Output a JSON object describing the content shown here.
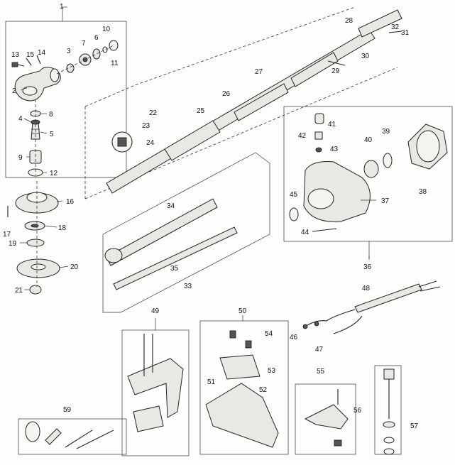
{
  "callouts": {
    "n1": "1",
    "n2": "2",
    "n3": "3",
    "n4": "4",
    "n5": "5",
    "n6": "6",
    "n7": "7",
    "n8": "8",
    "n9": "9",
    "n10": "10",
    "n11": "11",
    "n12": "12",
    "n13": "13",
    "n14": "14",
    "n15": "15",
    "n16": "16",
    "n17": "17",
    "n18": "18",
    "n19": "19",
    "n20": "20",
    "n21": "21",
    "n22": "22",
    "n23": "23",
    "n24": "24",
    "n25": "25",
    "n26": "26",
    "n27": "27",
    "n28": "28",
    "n29": "29",
    "n30": "30",
    "n31": "31",
    "n32": "32",
    "n33": "33",
    "n34": "34",
    "n35": "35",
    "n36": "36",
    "n37": "37",
    "n38": "38",
    "n39": "39",
    "n40": "40",
    "n41": "41",
    "n42": "42",
    "n43": "43",
    "n44": "44",
    "n45": "45",
    "n46": "46",
    "n47": "47",
    "n48": "48",
    "n49": "49",
    "n50": "50",
    "n51": "51",
    "n52": "52",
    "n53": "53",
    "n54": "54",
    "n55": "55",
    "n56": "56",
    "n57": "57",
    "n59": "59"
  }
}
